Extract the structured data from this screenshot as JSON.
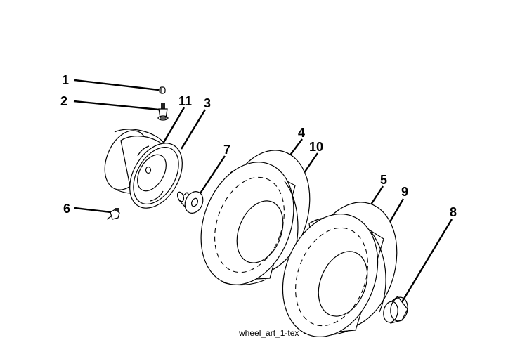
{
  "diagram": {
    "callouts": [
      "1",
      "2",
      "11",
      "3",
      "7",
      "4",
      "10",
      "5",
      "9",
      "8",
      "6"
    ],
    "caption": "wheel_art_1-tex"
  },
  "parts": [
    {
      "callout": "1",
      "icon": "valve-cap-icon"
    },
    {
      "callout": "2",
      "icon": "valve-stem-icon"
    },
    {
      "callout": "3",
      "icon": "rim-icon"
    },
    {
      "callout": "4",
      "icon": "tire-icon"
    },
    {
      "callout": "5",
      "icon": "tire-icon"
    },
    {
      "callout": "6",
      "icon": "grease-fitting-icon"
    },
    {
      "callout": "7",
      "icon": "bushing-icon"
    },
    {
      "callout": "8",
      "icon": "hub-cap-icon"
    },
    {
      "callout": "9",
      "icon": "tube-icon"
    },
    {
      "callout": "10",
      "icon": "tube-icon"
    },
    {
      "callout": "11",
      "icon": "rim-icon"
    }
  ]
}
